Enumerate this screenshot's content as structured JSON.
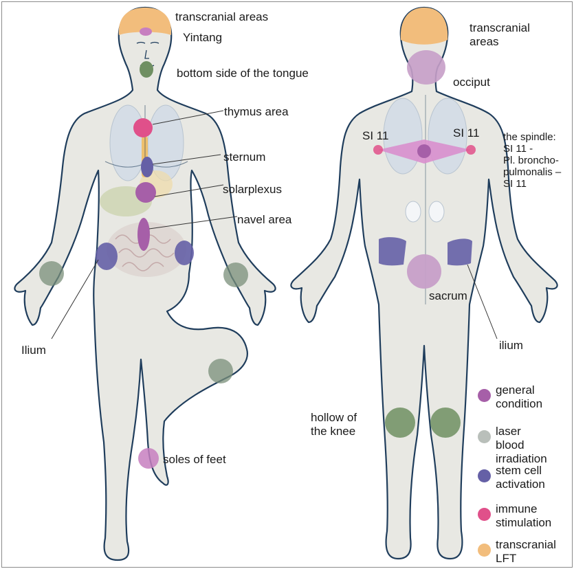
{
  "labels": {
    "front_transcranial": "transcranial areas",
    "yintang": "Yintang",
    "tongue": "bottom side of the tongue",
    "thymus": "thymus area",
    "sternum": "sternum",
    "solarplexus": "solarplexus",
    "navel": "navel area",
    "ilium_front": "Ilium",
    "soles": "soles of feet",
    "back_transcranial": "transcranial\nareas",
    "occiput": "occiput",
    "si11_left": "SI 11",
    "si11_right": "SI 11",
    "spindle": "the spindle:\nSI 11 -\nPl. broncho-\npulmonalis –\nSI 11",
    "sacrum": "sacrum",
    "ilium_back": "ilium",
    "knee": "hollow of\nthe knee"
  },
  "legend": [
    {
      "label": "general\ncondition",
      "color": "#a65fa8",
      "icon": "general-condition-dot"
    },
    {
      "label": "laser blood\nirradiation",
      "color": "#b9bfba",
      "icon": "laser-blood-dot"
    },
    {
      "label": "stem cell\nactivation",
      "color": "#6560a6",
      "icon": "stem-cell-dot"
    },
    {
      "label": "immune\nstimulation",
      "color": "#e0508a",
      "icon": "immune-dot"
    },
    {
      "label": "transcranial\nLFT",
      "color": "#f2bd7c",
      "icon": "transcranial-dot"
    }
  ],
  "colors": {
    "body": "#e8e8e3",
    "outline": "#1f3d5c",
    "general": "#a65fa8",
    "stem": "#6560a6",
    "immune": "#e0508a",
    "transcranial": "#f2bd7c",
    "laser": "#7a8f7a"
  }
}
